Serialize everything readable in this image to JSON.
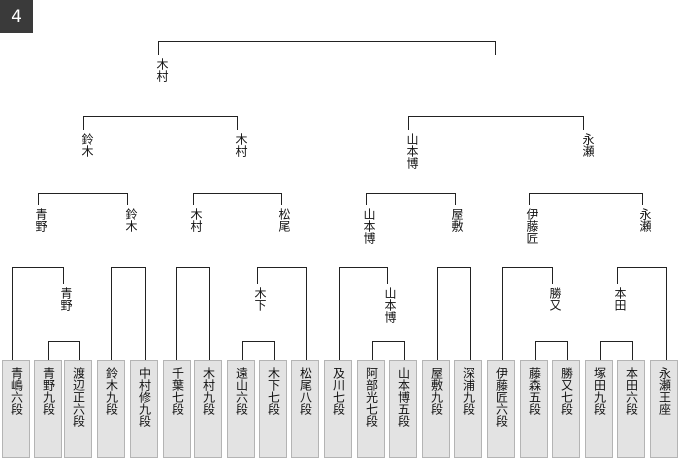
{
  "tournament": {
    "bracket_number": "4"
  },
  "players": [
    "青嶋六段",
    "青野九段",
    "渡辺正六段",
    "鈴木九段",
    "中村修九段",
    "千葉七段",
    "木村九段",
    "遠山六段",
    "木下七段",
    "松尾八段",
    "及川七段",
    "阿部光七段",
    "山本博五段",
    "屋敷九段",
    "深浦九段",
    "伊藤匠六段",
    "藤森五段",
    "勝又七段",
    "塚田九段",
    "本田六段",
    "永瀬王座"
  ],
  "results": {
    "prelim": {
      "p1_2": "青野",
      "p7_8": "木下",
      "p11_12": "山本博",
      "p16_17": "勝又",
      "p18_19": "本田"
    },
    "round1": {
      "m1": "青野",
      "m2": "鈴木",
      "m3": "木村",
      "m4": "松尾",
      "m5": "山本博",
      "m6": "屋敷",
      "m7": "伊藤匠",
      "m8": "永瀬"
    },
    "round2": {
      "q1": "鈴木",
      "q2": "木村",
      "q3": "山本博",
      "q4": "永瀬"
    },
    "semifinal": {
      "s1": "木村",
      "s2": ""
    }
  }
}
